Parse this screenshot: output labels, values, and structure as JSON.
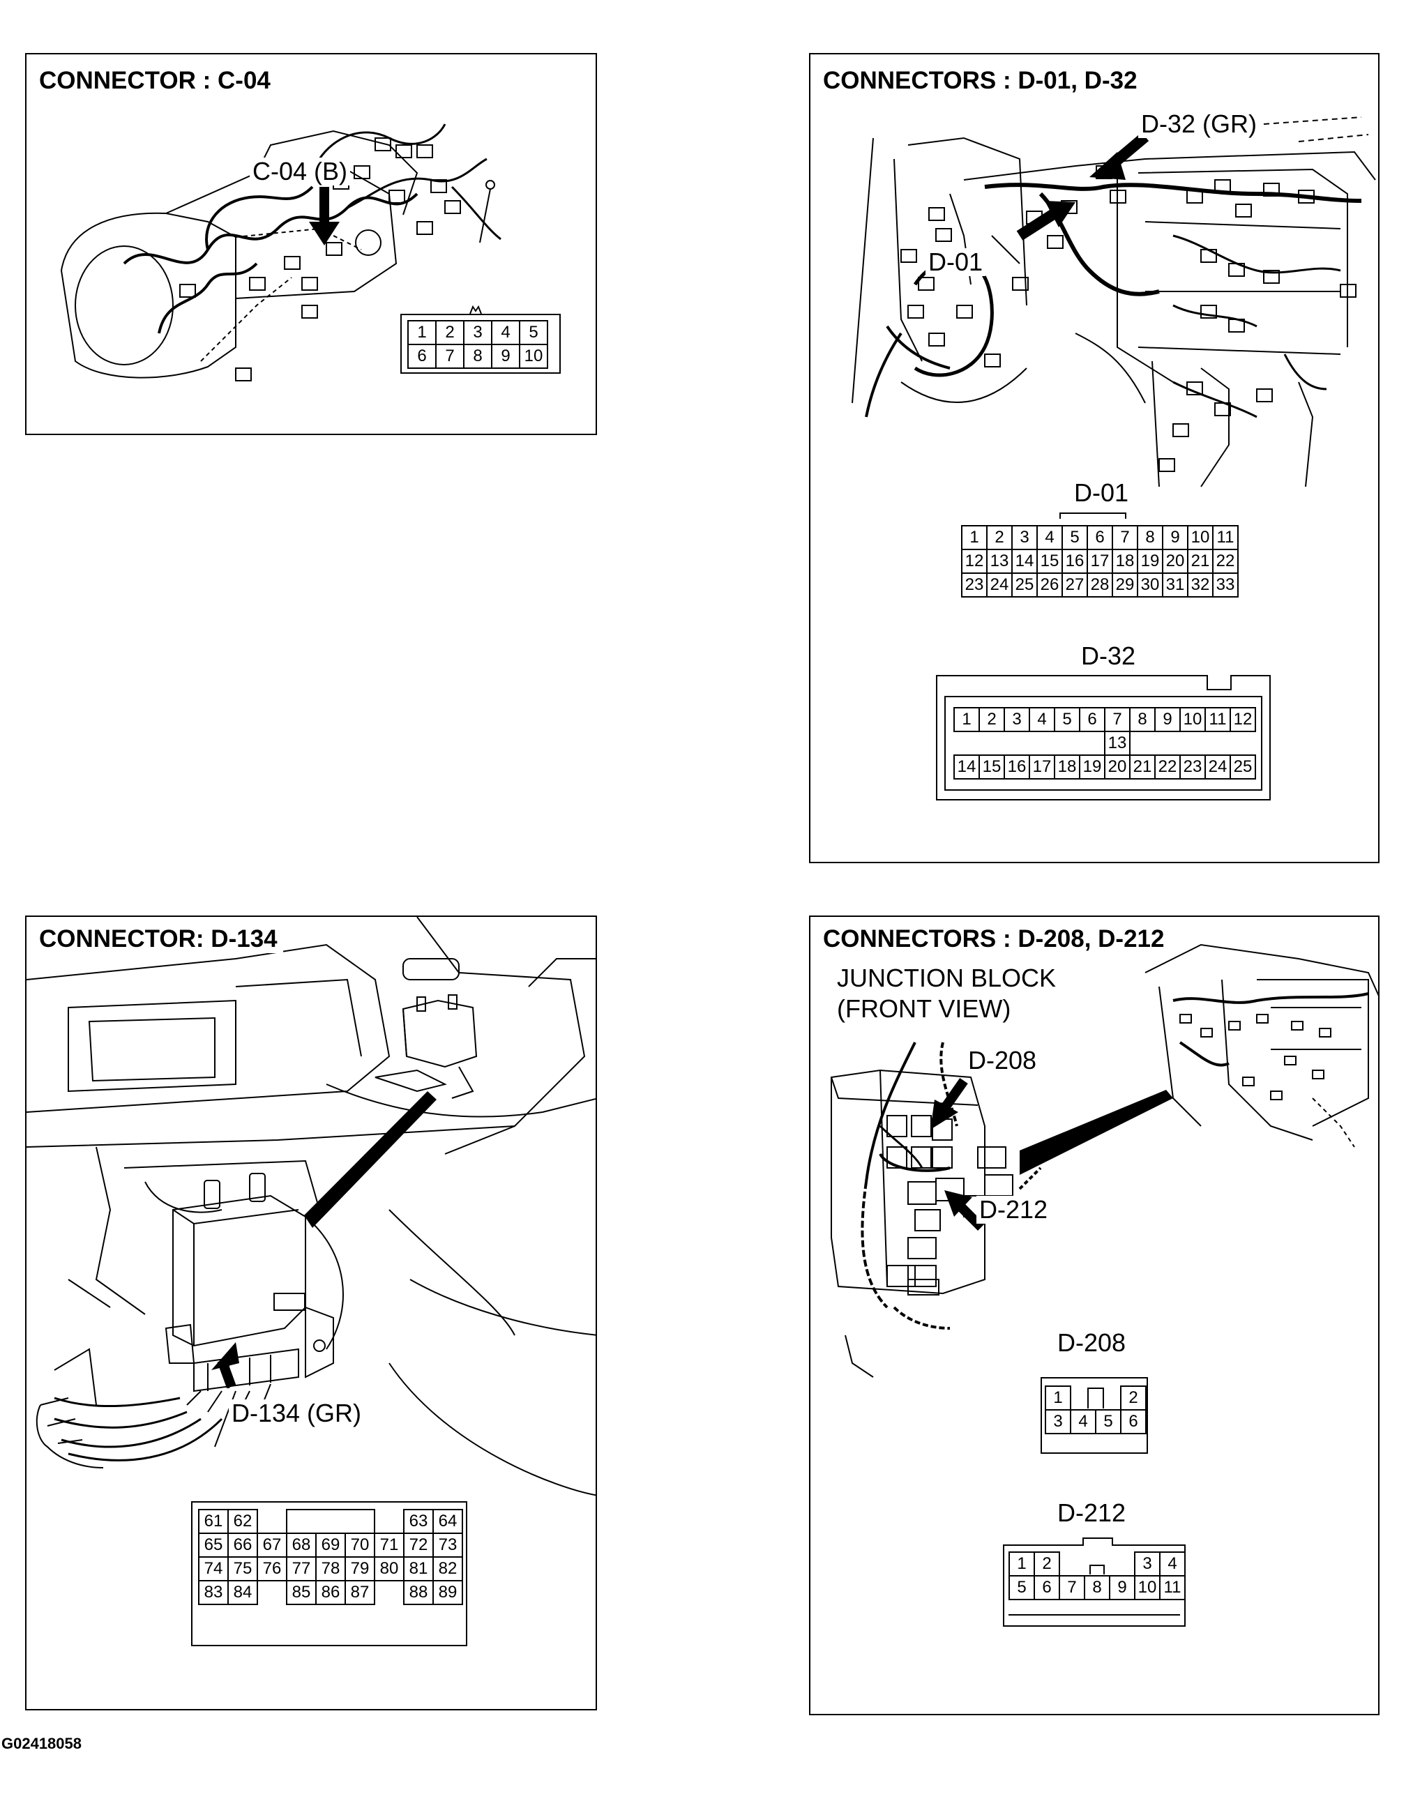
{
  "panels": {
    "c04": {
      "title": "CONNECTOR : C-04",
      "callout": "C-04 (B)",
      "pins": [
        [
          "1",
          "2",
          "3",
          "4",
          "5"
        ],
        [
          "6",
          "7",
          "8",
          "9",
          "10"
        ]
      ]
    },
    "d01_d32": {
      "title": "CONNECTORS : D-01, D-32",
      "callout_d32": "D-32 (GR)",
      "callout_d01": "D-01",
      "d01_label": "D-01",
      "d01_pins": [
        [
          "1",
          "2",
          "3",
          "4",
          "5",
          "6",
          "7",
          "8",
          "9",
          "10",
          "11"
        ],
        [
          "12",
          "13",
          "14",
          "15",
          "16",
          "17",
          "18",
          "19",
          "20",
          "21",
          "22"
        ],
        [
          "23",
          "24",
          "25",
          "26",
          "27",
          "28",
          "29",
          "30",
          "31",
          "32",
          "33"
        ]
      ],
      "d32_label": "D-32",
      "d32_pins_top": [
        "1",
        "2",
        "3",
        "4",
        "5",
        "6",
        "7",
        "8",
        "9",
        "10",
        "11",
        "12"
      ],
      "d32_pin_mid": "13",
      "d32_pins_bottom": [
        "14",
        "15",
        "16",
        "17",
        "18",
        "19",
        "20",
        "21",
        "22",
        "23",
        "24",
        "25"
      ]
    },
    "d134": {
      "title": "CONNECTOR: D-134",
      "callout": "D-134 (GR)",
      "pins": [
        [
          "61",
          "62",
          "",
          "",
          "",
          "",
          "",
          "63",
          "64"
        ],
        [
          "65",
          "66",
          "67",
          "68",
          "69",
          "70",
          "71",
          "72",
          "73"
        ],
        [
          "74",
          "75",
          "76",
          "77",
          "78",
          "79",
          "80",
          "81",
          "82"
        ],
        [
          "83",
          "84",
          "",
          "85",
          "86",
          "87",
          "",
          "88",
          "89"
        ]
      ]
    },
    "d208_d212": {
      "title": "CONNECTORS : D-208, D-212",
      "jb_line1": "JUNCTION BLOCK",
      "jb_line2": "(FRONT VIEW)",
      "callout_d208": "D-208",
      "callout_d212": "D-212",
      "d208_label": "D-208",
      "d208_pins": [
        [
          "1",
          "",
          "2"
        ],
        [
          "3",
          "4",
          "5",
          "6"
        ]
      ],
      "d212_label": "D-212",
      "d212_pins": [
        [
          "1",
          "2",
          "",
          "",
          "",
          "3",
          "4"
        ],
        [
          "5",
          "6",
          "7",
          "8",
          "9",
          "10",
          "11"
        ]
      ]
    }
  },
  "footer": {
    "code": "G02418058"
  }
}
